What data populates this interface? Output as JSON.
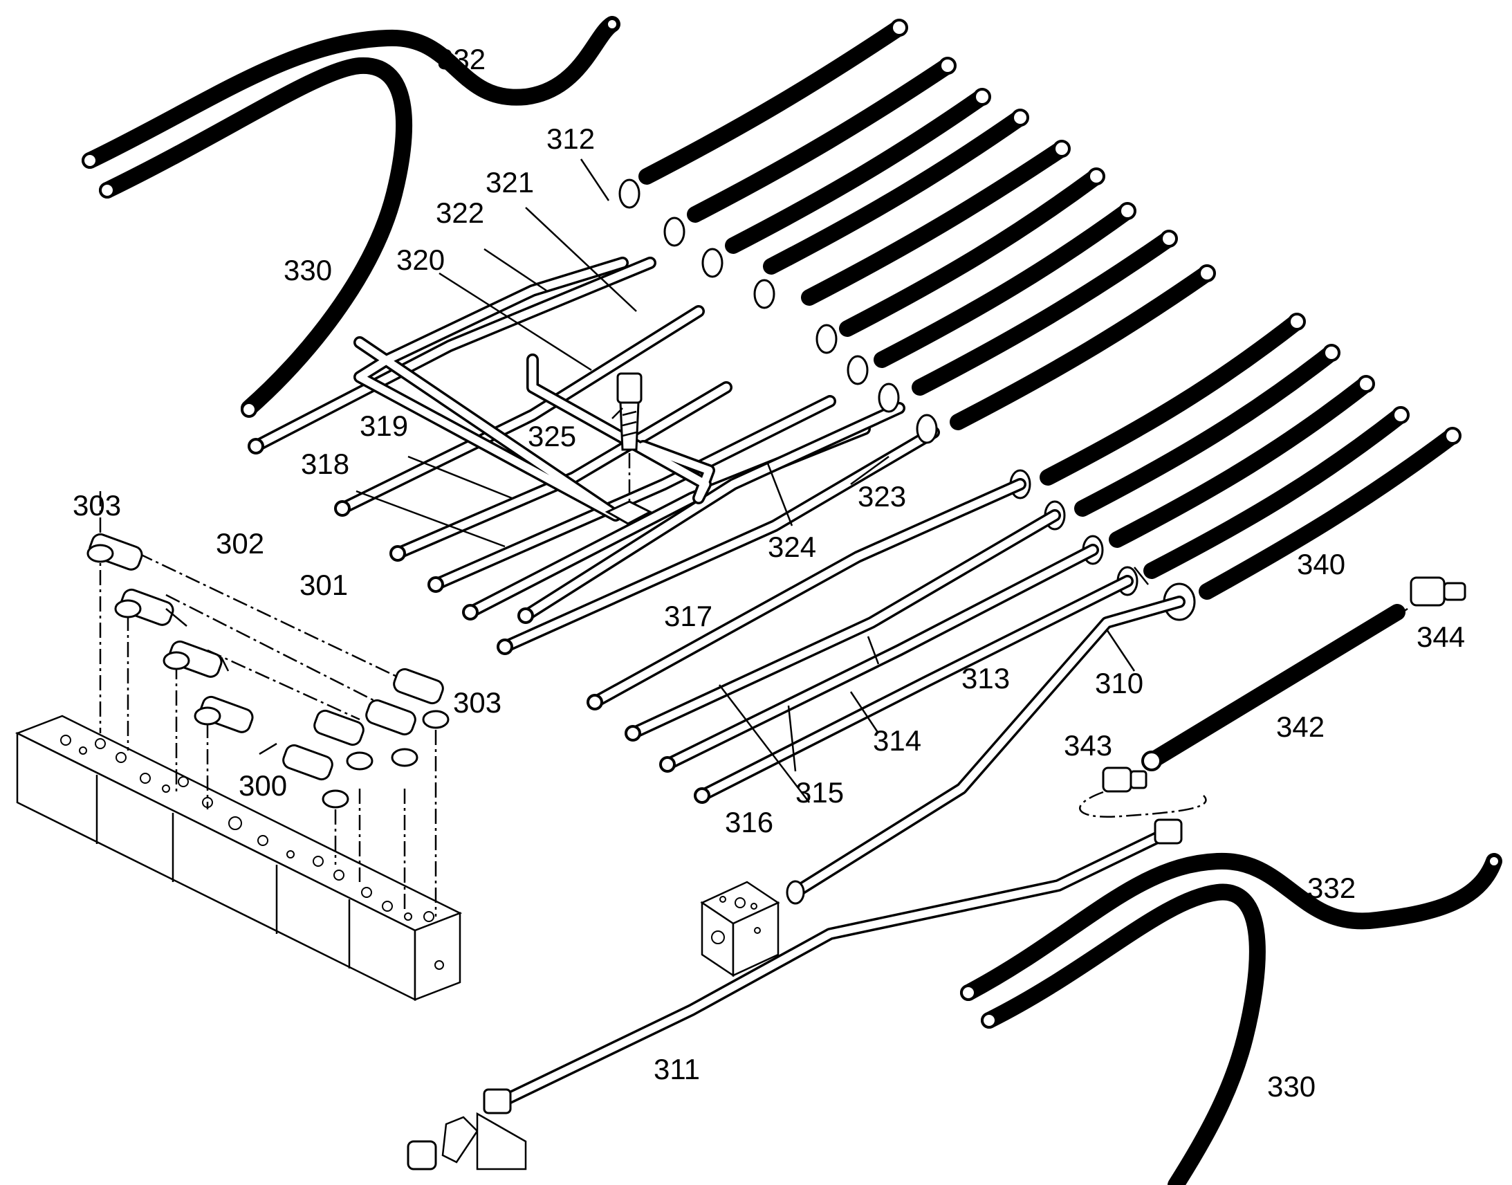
{
  "diagram": {
    "labels": {
      "l300": "300",
      "l301": "301",
      "l302": "302",
      "l303a": "303",
      "l303b": "303",
      "l310": "310",
      "l311": "311",
      "l312": "312",
      "l313": "313",
      "l314": "314",
      "l315": "315",
      "l316": "316",
      "l317": "317",
      "l318": "318",
      "l319": "319",
      "l320": "320",
      "l321": "321",
      "l322": "322",
      "l323": "323",
      "l324": "324",
      "l325": "325",
      "l330a": "330",
      "l330b": "330",
      "l332a": "332",
      "l332b": "332",
      "l340": "340",
      "l342": "342",
      "l343": "343",
      "l344": "344"
    }
  }
}
